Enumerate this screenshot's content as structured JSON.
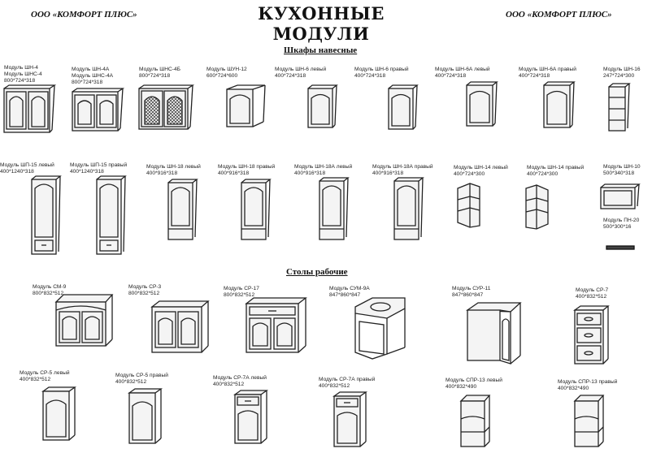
{
  "header": {
    "company_left": "ООО «КОМФОРТ ПЛЮС»",
    "title": "КУХОННЫЕ МОДУЛИ",
    "company_right": "ООО «КОМФОРТ ПЛЮС»"
  },
  "sections": {
    "wall": "Шкафы навесные",
    "base": "Столы рабочие"
  },
  "modules": [
    {
      "label": "Модуль ШН-4\nМодуль ШНС-4\n800*724*318"
    },
    {
      "label": "Модуль ШН-4А\nМодуль ШНС-4А\n800*724*318"
    },
    {
      "label": "Модуль ШНС-4Б\n800*724*318"
    },
    {
      "label": "Модуль ШУН-12\n600*724*600"
    },
    {
      "label": "Модуль ШН-6 левый\n400*724*318"
    },
    {
      "label": "Модуль ШН-6 правый\n400*724*318"
    },
    {
      "label": "Модуль ШН-6А левый\n400*724*318"
    },
    {
      "label": "Модуль ШН-6А правый\n400*724*318"
    },
    {
      "label": "Модуль ШН-16\n247*724*300"
    },
    {
      "label": "Модуль ШП-15 левый\n400*1240*318"
    },
    {
      "label": "Модуль ШП-15 правый\n400*1240*318"
    },
    {
      "label": "Модуль ШН-18 левый\n400*916*318"
    },
    {
      "label": "Модуль ШН-18 правый\n400*916*318"
    },
    {
      "label": "Модуль ШН-18А левый\n400*916*318"
    },
    {
      "label": "Модуль ШН-18А правый\n400*916*318"
    },
    {
      "label": "Модуль ШН-14 левый\n400*724*300"
    },
    {
      "label": "Модуль ШН-14 правый\n400*724*300"
    },
    {
      "label": "Модуль ШН-10\n500*340*318"
    },
    {
      "label": "Модуль ПН-20\n500*300*16"
    },
    {
      "label": "Модуль СМ-9\n800*832*512"
    },
    {
      "label": "Модуль СР-3\n800*832*512"
    },
    {
      "label": "Модуль СР-17\n800*832*512"
    },
    {
      "label": "Модуль СУМ-9А\n847*860*847"
    },
    {
      "label": "Модуль СУР-11\n847*860*847"
    },
    {
      "label": "Модуль СР-7\n400*832*512"
    },
    {
      "label": "Модуль СР-5 левый\n400*832*512"
    },
    {
      "label": "Модуль СР-5 правый\n400*832*512"
    },
    {
      "label": "Модуль СР-7А левый\n400*832*512"
    },
    {
      "label": "Модуль СР-7А правый\n400*832*512"
    },
    {
      "label": "Модуль СПР-13 левый\n400*832*490"
    },
    {
      "label": "Модуль СПР-13 правый\n400*832*490"
    }
  ]
}
